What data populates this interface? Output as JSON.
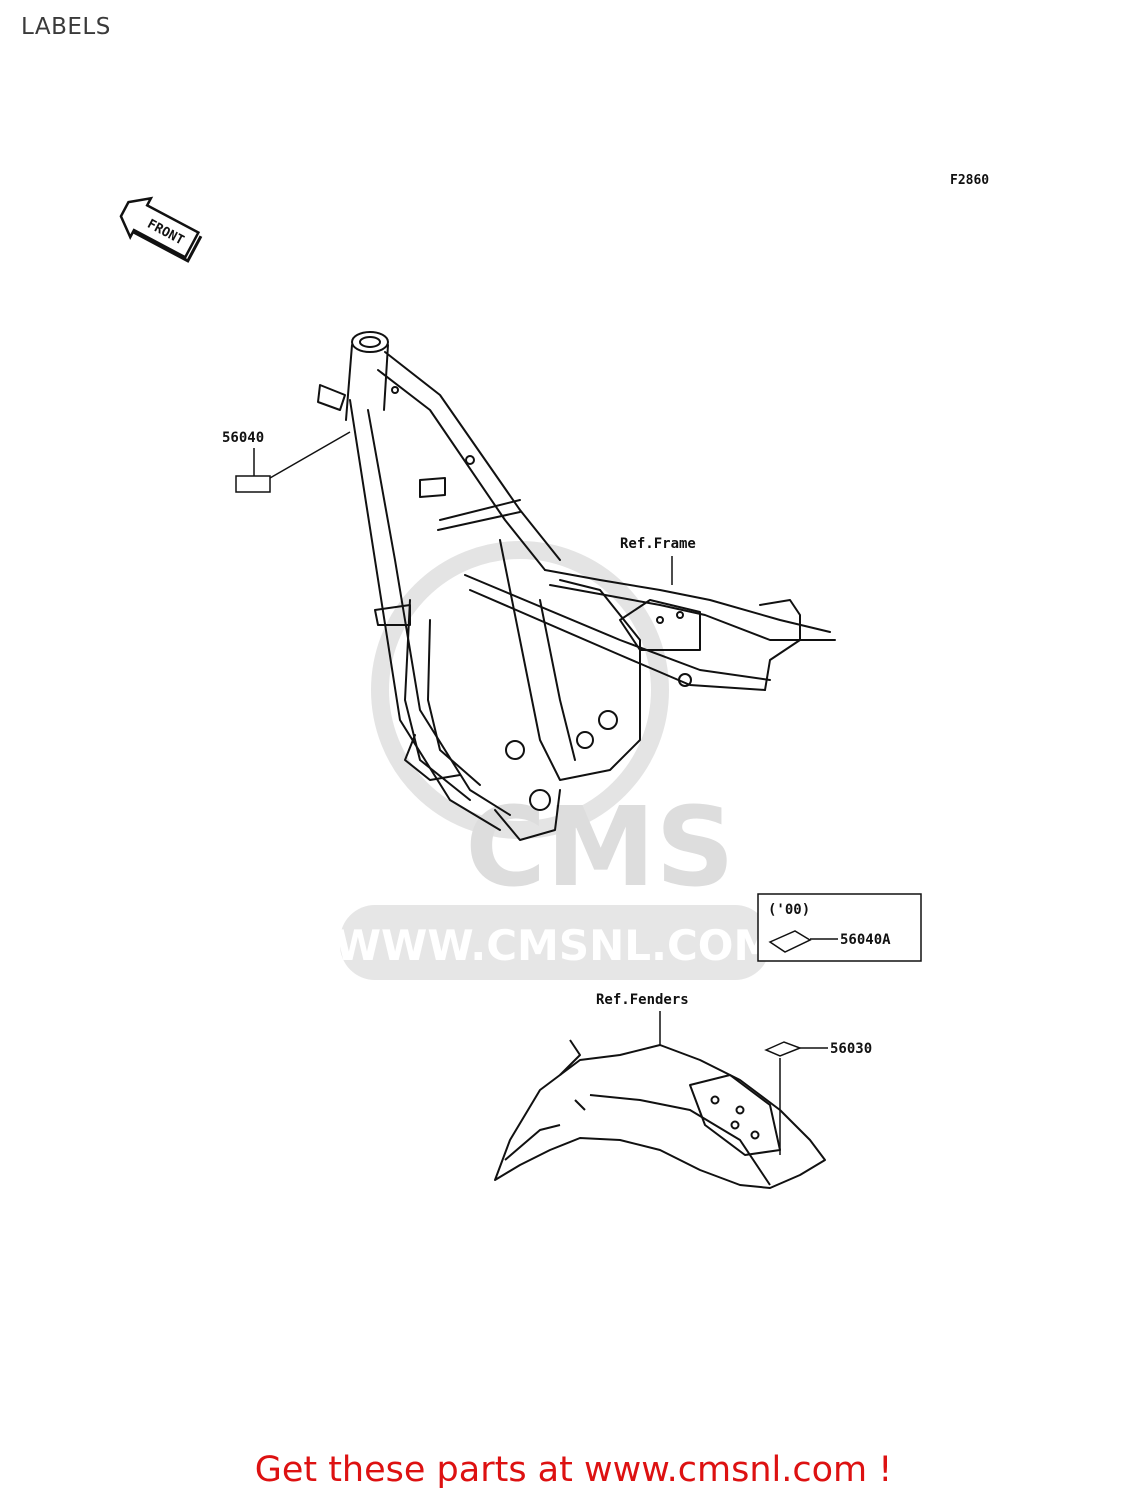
{
  "page": {
    "title": "LABELS",
    "figure_code": "F2860",
    "front_marker": "FRONT"
  },
  "callouts": {
    "p56040": "56040",
    "p56040a": "56040A",
    "p56040a_year": "('00)",
    "p56030": "56030",
    "ref_frame": "Ref.Frame",
    "ref_fenders": "Ref.Fenders"
  },
  "watermark": {
    "brand": "CMS",
    "url": "WWW.CMSNL.COM"
  },
  "footer": {
    "text": "Get these parts at www.cmsnl.com !"
  },
  "colors": {
    "line": "#111111",
    "footer_text": "#dd1111",
    "watermark": "#d8d8d8"
  }
}
